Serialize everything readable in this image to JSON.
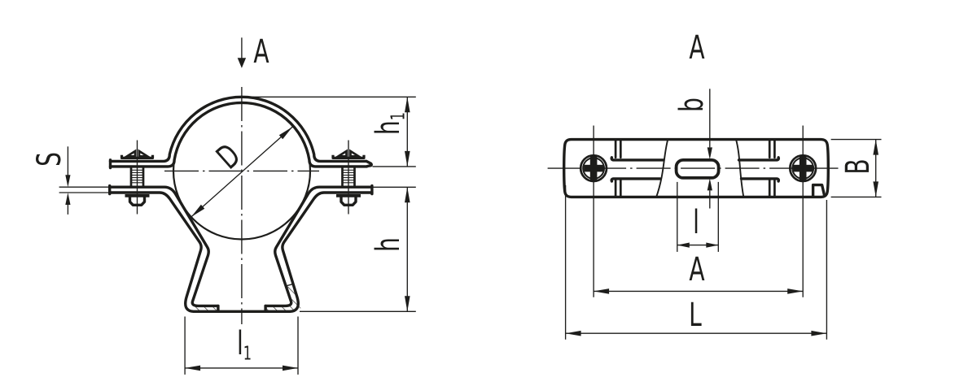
{
  "drawing": {
    "background": "#ffffff",
    "line_color": "#1d1d1b"
  },
  "front_view": {
    "section_arrow_label": "A",
    "dims": {
      "S": "S",
      "h1_base": "h",
      "h1_sub": "1",
      "h": "h",
      "D": "D",
      "l1_base": "l",
      "l1_sub": "1"
    }
  },
  "top_view": {
    "view_label": "A",
    "dims": {
      "b": "b",
      "B": "B",
      "l": "l",
      "A": "A",
      "L": "L"
    }
  }
}
